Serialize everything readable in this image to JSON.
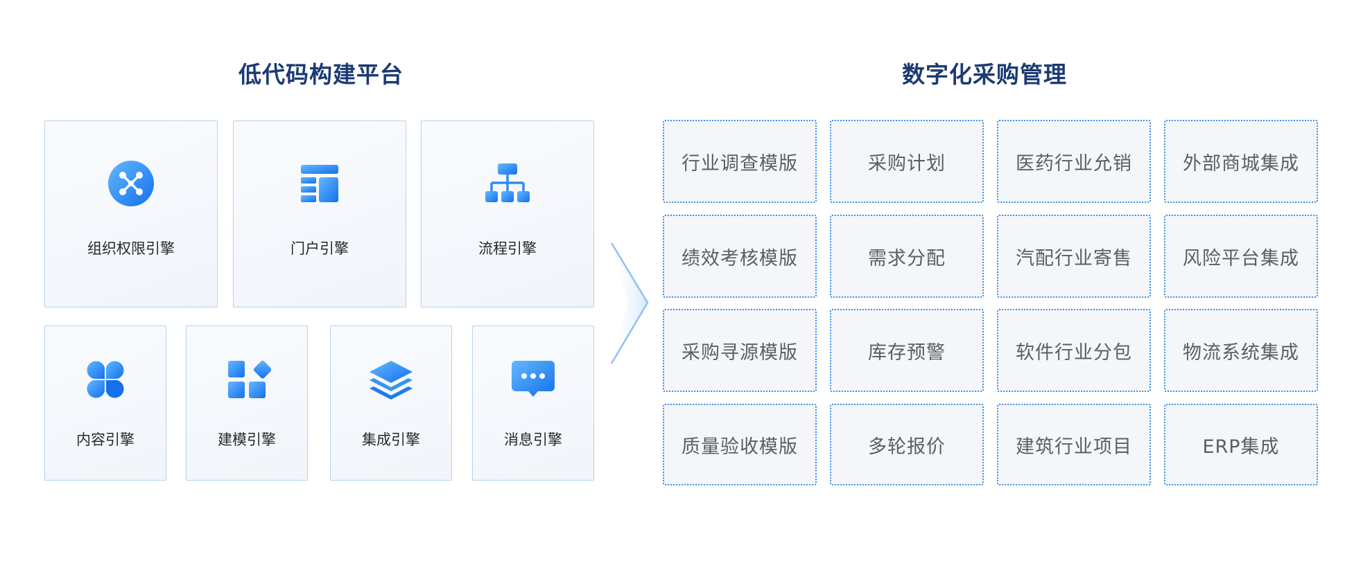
{
  "left_section": {
    "title": "低代码构建平台",
    "engines_row1": [
      {
        "label": "组织权限引擎",
        "icon": "share-network-icon"
      },
      {
        "label": "门户引擎",
        "icon": "layout-grid-icon"
      },
      {
        "label": "流程引擎",
        "icon": "org-chart-icon"
      }
    ],
    "engines_row2": [
      {
        "label": "内容引擎",
        "icon": "four-petal-icon"
      },
      {
        "label": "建模引擎",
        "icon": "blocks-diamond-icon"
      },
      {
        "label": "集成引擎",
        "icon": "layers-stack-icon"
      },
      {
        "label": "消息引擎",
        "icon": "chat-bubble-icon"
      }
    ]
  },
  "right_section": {
    "title": "数字化采购管理",
    "templates": [
      [
        "行业调查模版",
        "采购计划",
        "医药行业允销",
        "外部商城集成"
      ],
      [
        "绩效考核模版",
        "需求分配",
        "汽配行业寄售",
        "风险平台集成"
      ],
      [
        "采购寻源模版",
        "库存预警",
        "软件行业分包",
        "物流系统集成"
      ],
      [
        "质量验收模版",
        "多轮报价",
        "建筑行业项目",
        "ERP集成"
      ]
    ]
  },
  "colors": {
    "title": "#1c3a73",
    "icon_blue_light": "#5fb4ff",
    "icon_blue_dark": "#1576ee",
    "dotted_border": "#3b8fe4",
    "template_text": "#5a5e66"
  }
}
